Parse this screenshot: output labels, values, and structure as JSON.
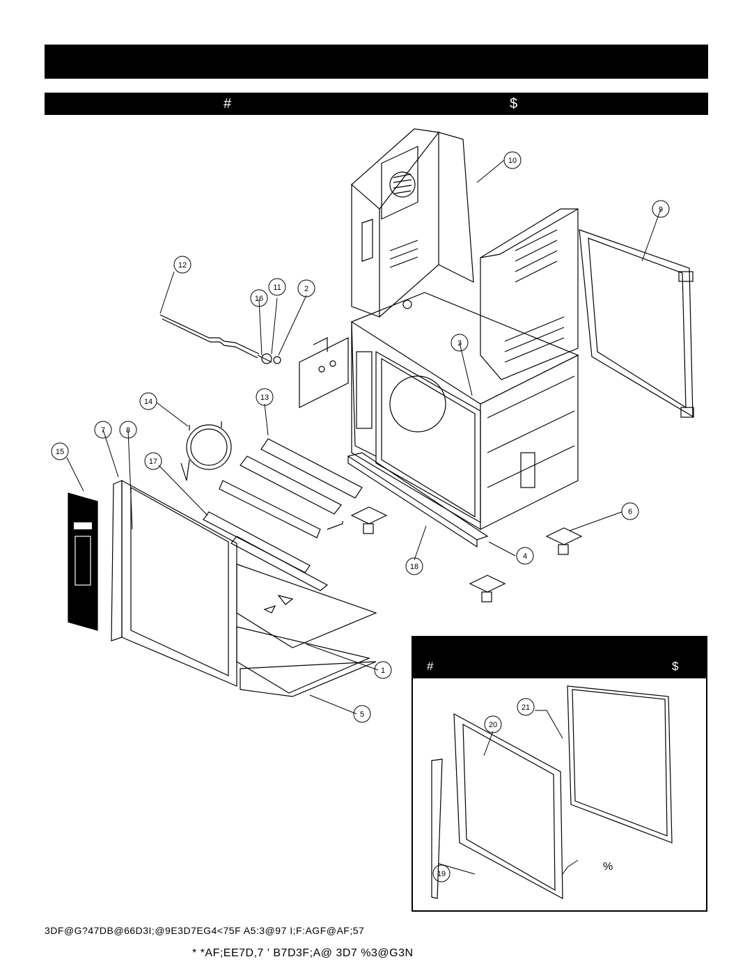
{
  "header": {
    "top_bar_text": "",
    "sub_bar_left_glyph": "#",
    "sub_bar_right_glyph": "$"
  },
  "callouts": [
    "1",
    "2",
    "3",
    "4",
    "5",
    "6",
    "7",
    "8",
    "9",
    "10",
    "11",
    "12",
    "13",
    "14",
    "15",
    "16",
    "17",
    "18",
    "19",
    "20",
    "21"
  ],
  "inset": {
    "left_glyph": "#",
    "right_glyph": "$",
    "side_mark": "%"
  },
  "caption": "3DF@G?47DB@66D3I;@9E3D7EG4<75F A5:3@97 I;F:AGF@AF;57",
  "footer": "*  *AF;EE7D,7  ' B7D3F;A@   3D7 %3@G3N",
  "colors": {
    "bar": "#000000",
    "line": "#000000",
    "background": "#ffffff"
  }
}
